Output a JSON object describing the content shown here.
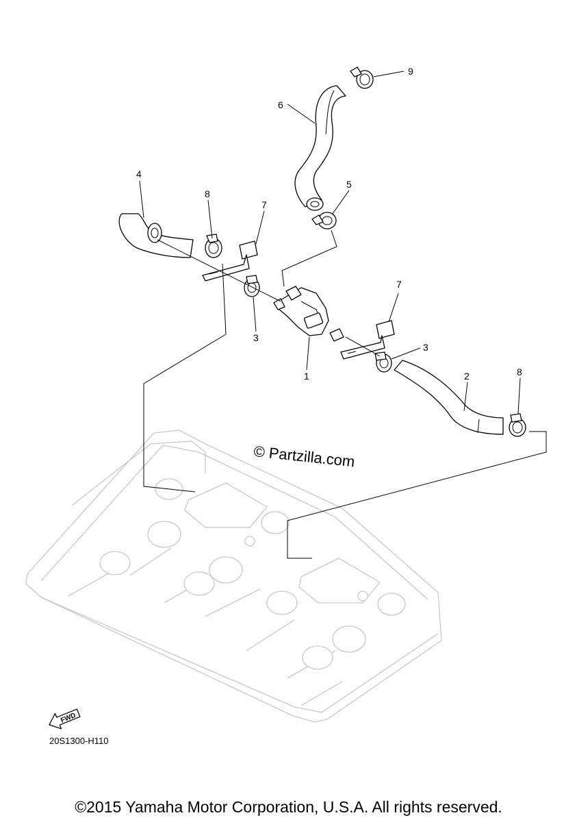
{
  "callouts": {
    "c1": "1",
    "c2": "2",
    "c3a": "3",
    "c3b": "3",
    "c4": "4",
    "c5": "5",
    "c6": "6",
    "c7a": "7",
    "c7b": "7",
    "c8a": "8",
    "c8b": "8",
    "c9": "9"
  },
  "watermark": "© Partzilla.com",
  "diagram_code": "20S1300-H110",
  "fwd_label": "FWD",
  "copyright": "©2015 Yamaha Motor Corporation, U.S.A. All rights reserved."
}
